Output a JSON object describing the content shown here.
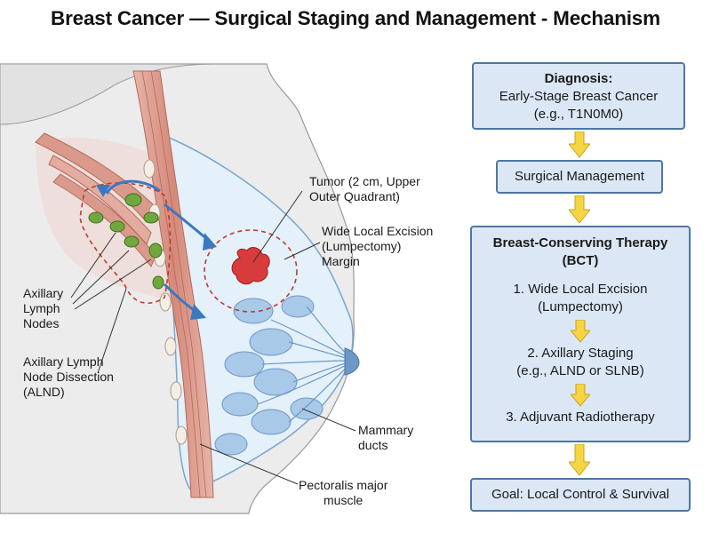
{
  "title": "Breast Cancer — Surgical Staging and Management - Mechanism",
  "labels": {
    "tumor": [
      "Tumor (2 cm, Upper",
      "Outer Quadrant)"
    ],
    "wle_margin": [
      "Wide Local Excision",
      "(Lumpectomy)",
      "Margin"
    ],
    "axillary_nodes": [
      "Axillary",
      "Lymph",
      "Nodes"
    ],
    "alnd": [
      "Axillary Lymph",
      "Node Dissection",
      "(ALND)"
    ],
    "ducts": [
      "Mammary",
      "ducts"
    ],
    "pectoralis": [
      "Pectoralis major",
      "muscle"
    ]
  },
  "flowchart": {
    "diagnosis": {
      "heading": "Diagnosis:",
      "lines": [
        "Early-Stage Breast Cancer",
        "(e.g., T1N0M0)"
      ]
    },
    "surgical": "Surgical Management",
    "bct": {
      "heading": [
        "Breast-Conserving Therapy",
        "(BCT)"
      ],
      "step1": [
        "1. Wide Local Excision",
        "(Lumpectomy)"
      ],
      "step2": [
        "2. Axillary Staging",
        "(e.g., ALND or SLNB)"
      ],
      "step3": "3. Adjuvant Radiotherapy"
    },
    "goal": "Goal: Local Control & Survival"
  },
  "colors": {
    "box_fill": "#dbe7f5",
    "box_border": "#4d76a5",
    "arrow_fill": "#f5d544",
    "arrow_stroke": "#c9a21d",
    "tumor": "#d83b3b",
    "lymph_node": "#6fa83e",
    "dissection_outline": "#c0392b",
    "muscle": "#d99a8c",
    "lobule": "#a9c9e8"
  }
}
